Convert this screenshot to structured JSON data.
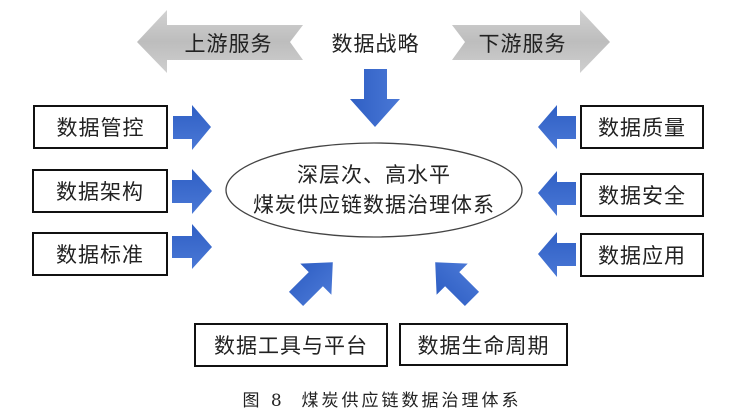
{
  "diagram": {
    "top": {
      "left_arrow_label": "上游服务",
      "center_label": "数据战略",
      "right_arrow_label": "下游服务"
    },
    "center": {
      "line1": "深层次、高水平",
      "line2": "煤炭供应链数据治理体系"
    },
    "left_boxes": [
      "数据管控",
      "数据架构",
      "数据标准"
    ],
    "right_boxes": [
      "数据质量",
      "数据安全",
      "数据应用"
    ],
    "bottom_boxes": [
      "数据工具与平台",
      "数据生命周期"
    ],
    "caption": "图 8  煤炭供应链数据治理体系",
    "colors": {
      "blue_arrow": "#3a68c8",
      "blue_arrow_light": "#5b86dc",
      "gray_arrow": "#c4c4c4",
      "box_border": "#111111"
    }
  }
}
